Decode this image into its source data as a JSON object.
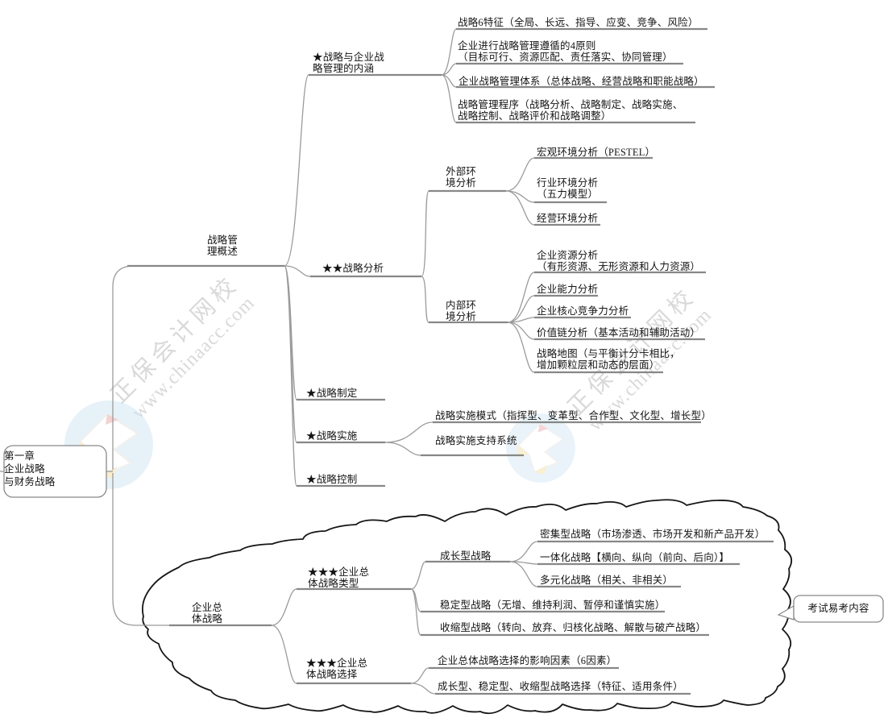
{
  "watermark": {
    "brand": "正保会计网校",
    "url": "www.chinaacc.com"
  },
  "root": {
    "text": "第一章\n企业战略\n与财务战略"
  },
  "callout": {
    "text": "考试易考内容"
  },
  "nodes": {
    "a0": {
      "text": "战略管\n理概述"
    },
    "a1": {
      "text": "★战略与企业战\n略管理的内涵"
    },
    "a1_1": {
      "text": "战略6特征（全局、长远、指导、应变、竞争、风险）"
    },
    "a1_2": {
      "text": "企业进行战略管理遵循的4原则\n（目标可行、资源匹配、责任落实、协同管理）"
    },
    "a1_3": {
      "text": "企业战略管理体系（总体战略、经营战略和职能战略）"
    },
    "a1_4": {
      "text": "战略管理程序（战略分析、战略制定、战略实施、\n战略控制、战略评价和战略调整）"
    },
    "a2": {
      "text": "★★战略分析"
    },
    "b1": {
      "text": "外部环\n境分析"
    },
    "b1_1": {
      "text": "宏观环境分析（PESTEL）"
    },
    "b1_2": {
      "text": "行业环境分析\n（五力模型）"
    },
    "b1_3": {
      "text": "经营环境分析"
    },
    "b2": {
      "text": "内部环\n境分析"
    },
    "b2_1": {
      "text": "企业资源分析\n（有形资源、无形资源和人力资源）"
    },
    "b2_2": {
      "text": "企业能力分析"
    },
    "b2_3": {
      "text": "企业核心竞争力分析"
    },
    "b2_4": {
      "text": "价值链分析（基本活动和辅助活动）"
    },
    "b2_5": {
      "text": "战略地图（与平衡计分卡相比，\n增加颗粒层和动态的层面）"
    },
    "a3": {
      "text": "★战略制定"
    },
    "a4": {
      "text": "★战略实施"
    },
    "a4_1": {
      "text": "战略实施模式（指挥型、变革型、合作型、文化型、增长型）"
    },
    "a4_2": {
      "text": "战略实施支持系统"
    },
    "a5": {
      "text": "★战略控制"
    },
    "f0": {
      "text": "企业总\n体战略"
    },
    "f1": {
      "text": "★★★企业总\n体战略类型"
    },
    "g1": {
      "text": "成长型战略"
    },
    "g1_1": {
      "text": "密集型战略（市场渗透、市场开发和新产品开发）"
    },
    "g1_2": {
      "text": "一体化战略【横向、纵向（前向、后向）】"
    },
    "g1_3": {
      "text": "多元化战略（相关、非相关）"
    },
    "g2": {
      "text": "稳定型战略（无增、维持利润、暂停和谨慎实施）"
    },
    "g3": {
      "text": "收缩型战略（转向、放弃、归核化战略、解散与破产战略）"
    },
    "f2": {
      "text": "★★★企业总\n体战略选择"
    },
    "f2_1": {
      "text": "企业总体战略选择的影响因素（6因素）"
    },
    "f2_2": {
      "text": "成长型、稳定型、收缩型战略选择（特征、适用条件）"
    }
  },
  "colors": {
    "edge": "#9b9b9b",
    "underline": "#878787",
    "cloud": "#151515",
    "box_stroke": "#898989",
    "text": "#141414",
    "watermark": "#d9d9d9"
  }
}
